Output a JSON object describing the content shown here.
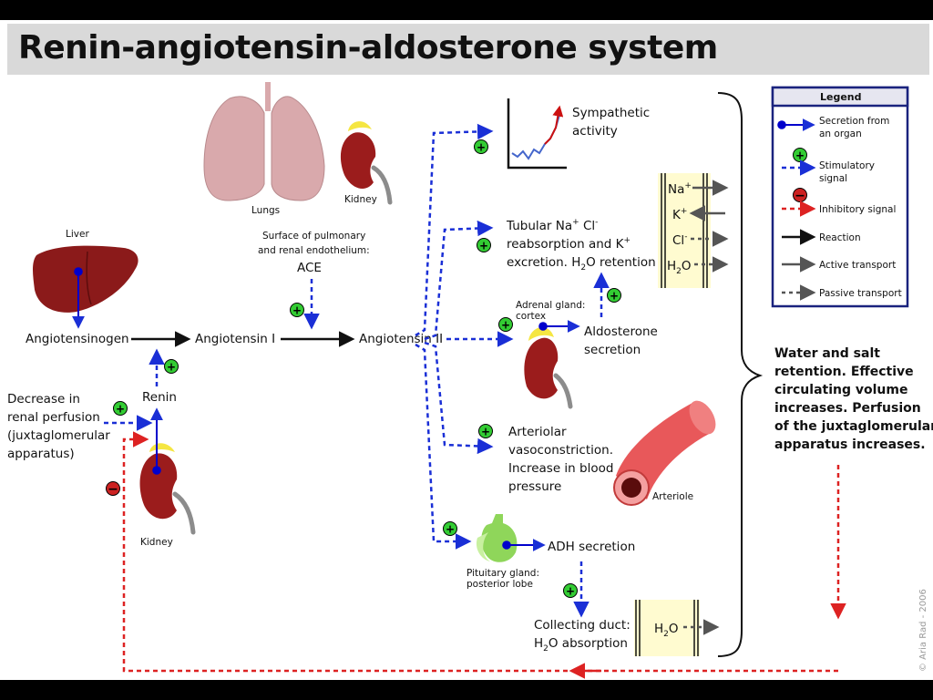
{
  "title": "Renin-angiotensin-aldosterone system",
  "organs": {
    "liver": "Liver",
    "lungs": "Lungs",
    "kidney_top": "Kidney",
    "kidney_bottom": "Kidney",
    "adrenal_line1": "Adrenal gland:",
    "adrenal_line2": "cortex",
    "pituitary_line1": "Pituitary gland:",
    "pituitary_line2": "posterior lobe",
    "arteriole": "Arteriole"
  },
  "surface": {
    "line1": "Surface of pulmonary",
    "line2": "and renal endothelium:",
    "ace": "ACE"
  },
  "molecules": {
    "angiotensinogen": "Angiotensinogen",
    "angiotensin1": "Angiotensin I",
    "angiotensin2": "Angiotensin II",
    "renin": "Renin"
  },
  "decrease": {
    "line1": "Decrease in",
    "line2": "renal perfusion",
    "line3": "(juxtaglomerular",
    "line4": "apparatus)"
  },
  "effects": {
    "sympathetic_line1": "Sympathetic",
    "sympathetic_line2": "activity",
    "tubular_line1_a": "Tubular Na",
    "tubular_line1_b": "Cl",
    "tubular_line2": "reabsorption and K",
    "tubular_line3_a": "excretion. H",
    "tubular_line3_b": "O retention",
    "aldosterone_line1": "Aldosterone",
    "aldosterone_line2": "secretion",
    "arteriolar_line1": "Arteriolar",
    "arteriolar_line2": "vasoconstriction.",
    "arteriolar_line3": "Increase in blood",
    "arteriolar_line4": "pressure",
    "adh": "ADH secretion",
    "collecting_line1": "Collecting duct:",
    "collecting_line2_a": "H",
    "collecting_line2_b": "O absorption"
  },
  "ions": {
    "na": "Na",
    "k": "K",
    "cl": "Cl",
    "h2o_a": "H",
    "h2o_b": "O",
    "h2o2_a": "H",
    "h2o2_b": "O"
  },
  "sub_two": "2",
  "sup_plus": "+",
  "sup_minus": "-",
  "conclusion": {
    "line1": "Water and salt",
    "line2": "retention. Effective",
    "line3": "circulating volume",
    "line4": "increases. Perfusion",
    "line5": "of the juxtaglomerular",
    "line6": "apparatus increases."
  },
  "legend": {
    "title": "Legend",
    "secretion_line1": "Secretion from",
    "secretion_line2": "an organ",
    "stimulatory_line1": "Stimulatory",
    "stimulatory_line2": "signal",
    "inhibitory": "Inhibitory signal",
    "reaction": "Reaction",
    "active": "Active transport",
    "passive": "Passive transport"
  },
  "copyright": "© Aria Rad - 2006",
  "colors": {
    "secretion": "#0000cc",
    "stimulatory": "#1a2fd6",
    "inhibitory": "#dd2222",
    "plus_fill": "#33cc33",
    "minus_fill": "#cc2222",
    "kidney": "#9b1c1c",
    "liver": "#8b1a1a",
    "lungs": "#d9a9ac",
    "adrenal": "#f5e642",
    "pituitary": "#8fd65a",
    "arteriole": "#e8585a",
    "membrane": "#fffbd0",
    "legend_border": "#1a237e"
  }
}
